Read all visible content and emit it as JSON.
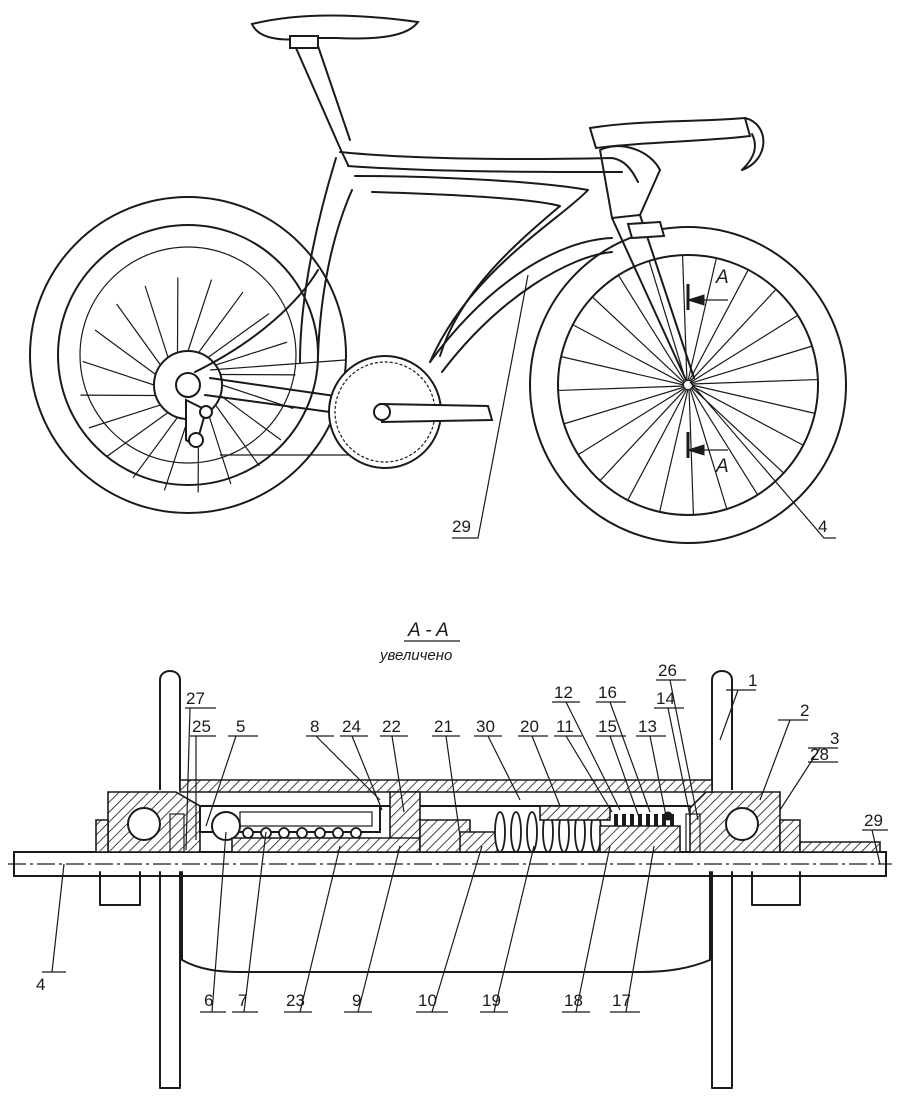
{
  "section": {
    "title": "A - A",
    "subtitle": "увеличено",
    "cut_mark": "A"
  },
  "bike_labels": {
    "frame_tube": "29",
    "axle": "4"
  },
  "hub_labels": {
    "top": [
      "27",
      "25",
      "5",
      "8",
      "24",
      "22",
      "21",
      "30",
      "20",
      "11",
      "12",
      "16",
      "15",
      "13",
      "26",
      "14",
      "1",
      "2",
      "3",
      "28",
      "29"
    ],
    "bottom": [
      "4",
      "6",
      "7",
      "23",
      "9",
      "10",
      "19",
      "18",
      "17"
    ]
  }
}
